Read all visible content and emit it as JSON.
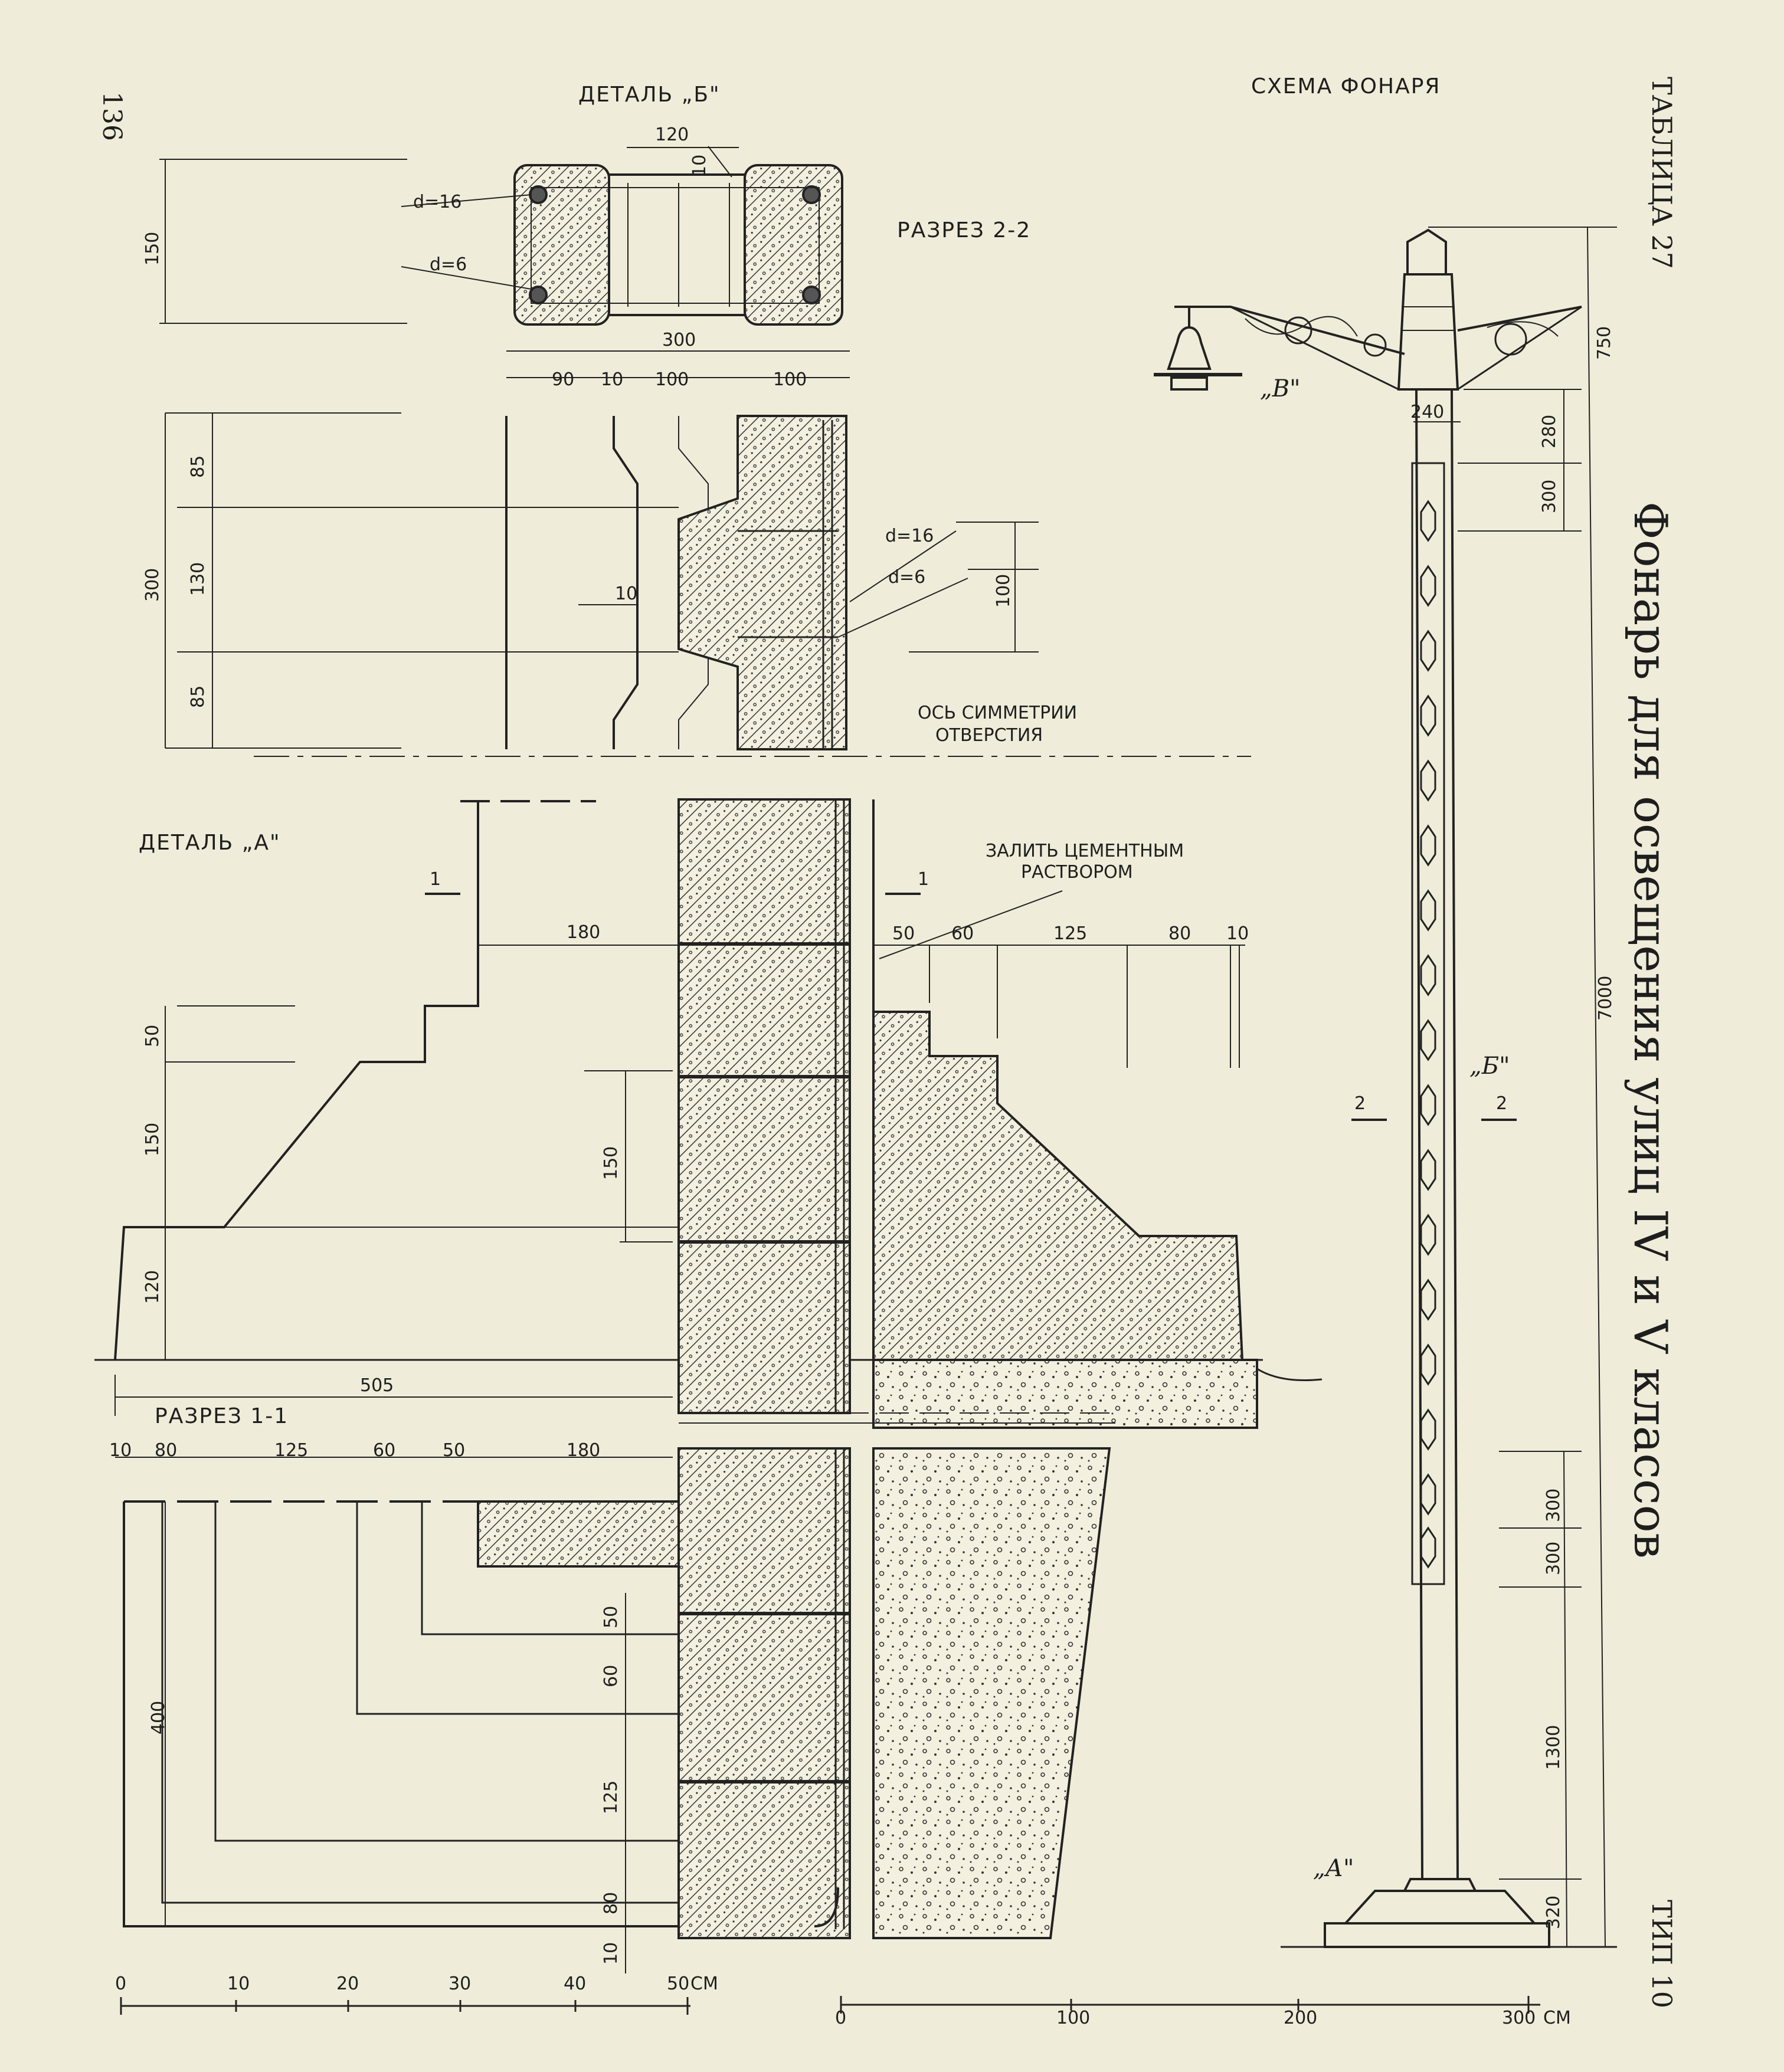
{
  "page_number": "136",
  "headings": {
    "detail_b": "ДЕТАЛЬ „Б\"",
    "lamp_scheme": "СХЕМА ФОНАРЯ",
    "section_2_2": "РАЗРЕЗ 2-2",
    "detail_a": "ДЕТАЛЬ „А\"",
    "section_1_1": "РАЗРЕЗ 1-1"
  },
  "side": {
    "table": "ТАБЛИЦА 27",
    "title": "Фонарь для освещения улиц IV и V классов",
    "type": "ТИП 10"
  },
  "notes": {
    "axis_symmetry_line1": "ОСЬ СИММЕТРИИ",
    "axis_symmetry_line2": "ОТВЕРСТИЯ",
    "fill_cement_line1": "ЗАЛИТЬ ЦЕМЕНТНЫМ",
    "fill_cement_line2": "РАСТВОРОМ"
  },
  "marks": {
    "d16": "d=16",
    "d6": "d=6",
    "cut1": "1",
    "cut2": "2",
    "ref_a": "„А\"",
    "ref_b": "„Б\"",
    "ref_v": "„В\""
  },
  "dims": {
    "detail_b": {
      "top": "120",
      "ten": "10",
      "height": "150",
      "width": "300"
    },
    "section_2_2": {
      "w90": "90",
      "w10": "10",
      "w100a": "100",
      "w100b": "100",
      "h300": "300",
      "h85a": "85",
      "h130": "130",
      "h85b": "85",
      "ten": "10",
      "h100": "100"
    },
    "detail_a": {
      "w180": "180",
      "w50": "50",
      "w60": "60",
      "w125": "125",
      "w80": "80",
      "w10": "10",
      "h50": "50",
      "h150": "150",
      "h150b": "150",
      "h120": "120",
      "w505": "505"
    },
    "section_1_1": {
      "w10": "10",
      "w80": "80",
      "w125": "125",
      "w60": "60",
      "w50": "50",
      "w180": "180",
      "h400": "400",
      "h50": "50",
      "h60": "60",
      "h125": "125",
      "h80": "80",
      "h10": "10"
    },
    "lamp": {
      "h750": "750",
      "w240": "240",
      "h280": "280",
      "h300": "300",
      "h7000": "7000",
      "h300a": "300",
      "h300b": "300",
      "h1300": "1300",
      "h320": "320"
    }
  },
  "scale_left": {
    "ticks": [
      "0",
      "10",
      "20",
      "30",
      "40",
      "50"
    ],
    "unit": "СМ"
  },
  "scale_right": {
    "ticks": [
      "0",
      "100",
      "200",
      "300"
    ],
    "unit": "СМ"
  }
}
